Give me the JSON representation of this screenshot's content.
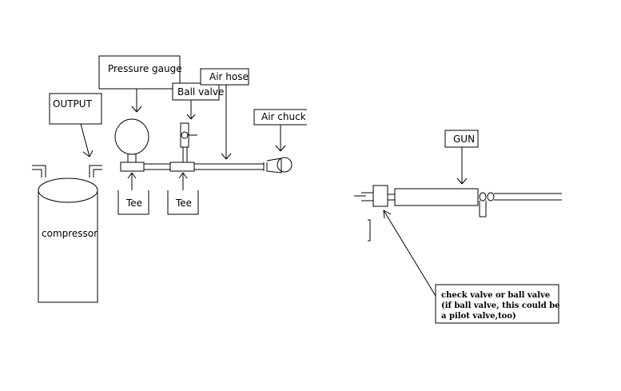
{
  "labels": {
    "pressure_gauge": "Pressure gauge",
    "output": "OUTPUT",
    "ball_valve": "Ball valve",
    "air_hose": "Air hose",
    "air_chuck": "Air chuck",
    "compressor": "compressor",
    "tee_1": "Tee",
    "tee_2": "Tee",
    "gun": "GUN"
  },
  "note": {
    "line1": "check valve or ball valve",
    "line2": "(if ball valve, this could be",
    "line3": "a pilot valve,too)"
  }
}
